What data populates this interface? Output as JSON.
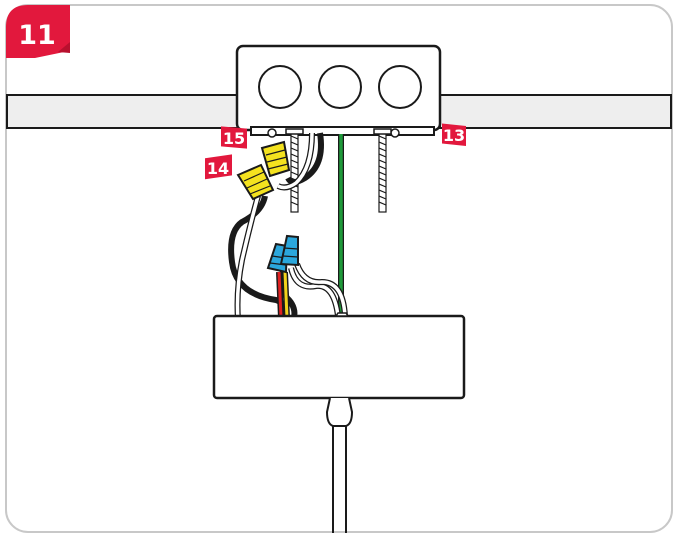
{
  "step": {
    "number": "11"
  },
  "callouts": [
    {
      "id": "13",
      "label": "13"
    },
    {
      "id": "14",
      "label": "14"
    },
    {
      "id": "15",
      "label": "15"
    }
  ],
  "colors": {
    "badge_red": "#e2183d",
    "frame": "#c8c8c8",
    "beam_fill": "#eeeeee",
    "outline": "#1a1a1a",
    "ground_wire": "#1e9a3a",
    "hot_wire_black": "#1a1a1a",
    "neutral_wire_white": "#ffffff",
    "fixture_red_wire": "#e02020",
    "fixture_yellow_wire": "#f2d21b",
    "wire_nut_yellow": "#f4e21f",
    "wire_nut_blue": "#2ba7dc"
  },
  "icons": {
    "step_badge": "folded-corner-tag",
    "wire_nut": "twist-on-connector",
    "junction_box": "electrical-box-with-knockouts",
    "canopy": "light-fixture-canopy"
  }
}
